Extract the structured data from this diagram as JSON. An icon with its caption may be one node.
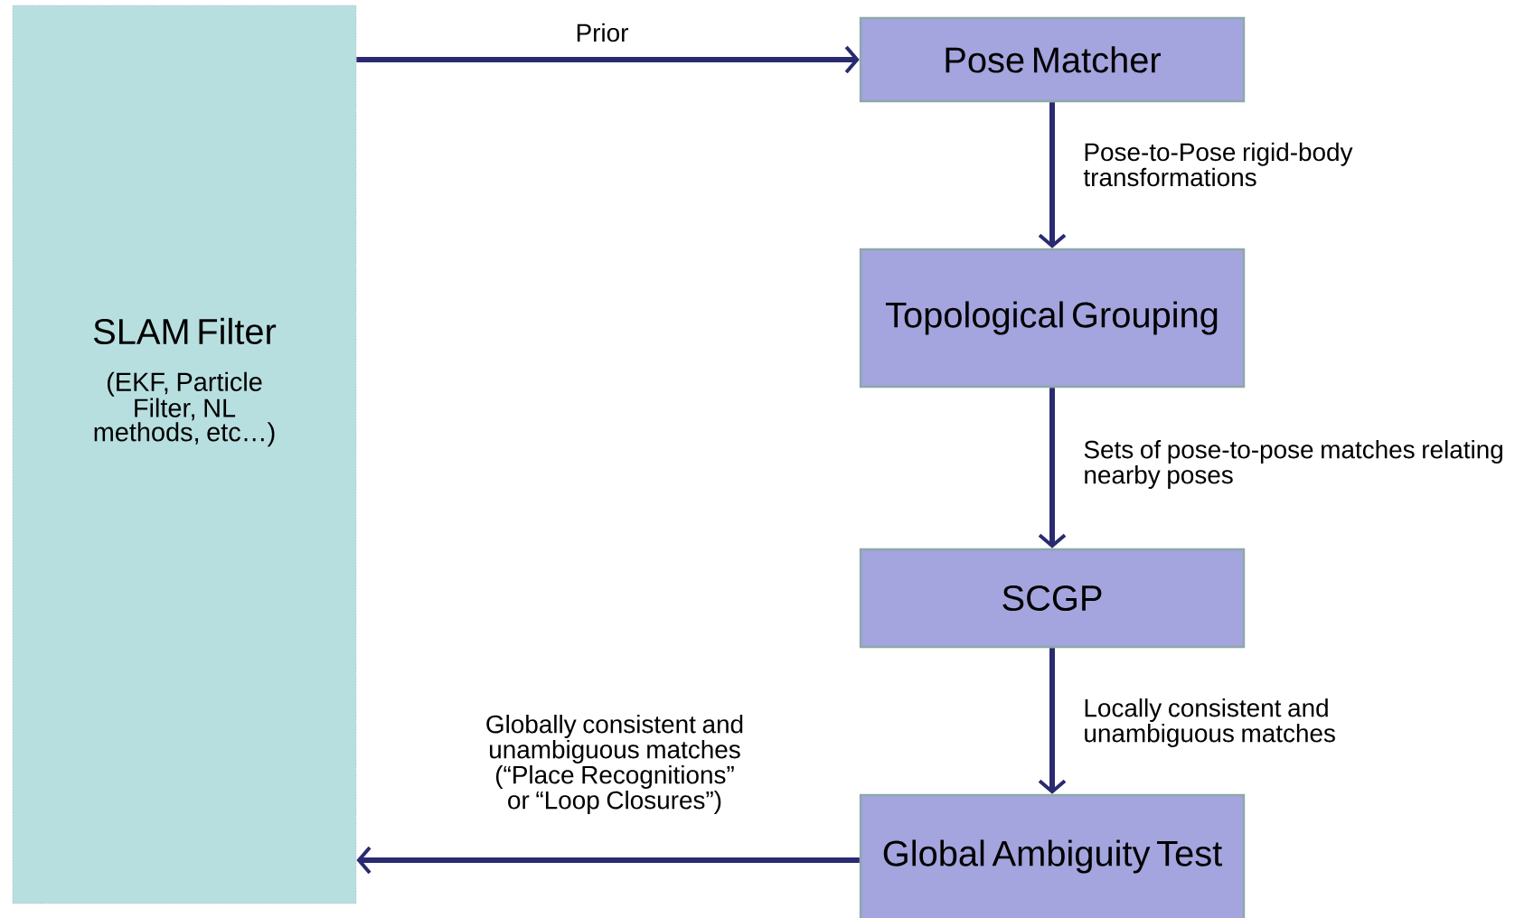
{
  "diagram": {
    "nodes": [
      {
        "text": [
          "SLAM Filter",
          "(EKF, Particle Filter, NL methods, etc…)"
        ]
      },
      {
        "text": [
          "Pose Matcher"
        ]
      },
      {
        "text": [
          "Topological Grouping"
        ]
      },
      {
        "text": [
          "SCGP"
        ]
      },
      {
        "text": [
          "Global Ambiguity Test"
        ]
      }
    ],
    "edges": [
      {
        "from": 0,
        "to": 1,
        "arrow": "to",
        "label": "Prior"
      },
      {
        "from": 1,
        "to": 2,
        "arrow": "to",
        "label": "Pose-to-Pose rigid-body transformations"
      },
      {
        "from": 2,
        "to": 3,
        "arrow": "to",
        "label": "Sets of pose-to-pose matches relating nearby poses"
      },
      {
        "from": 3,
        "to": 4,
        "arrow": "to",
        "label": "Locally consistent and unambiguous matches"
      },
      {
        "from": 4,
        "to": 0,
        "arrow": "to",
        "label": "Globally consistent and unambiguous matches (“Place Recognitions” or “Loop Closures”)"
      }
    ]
  }
}
